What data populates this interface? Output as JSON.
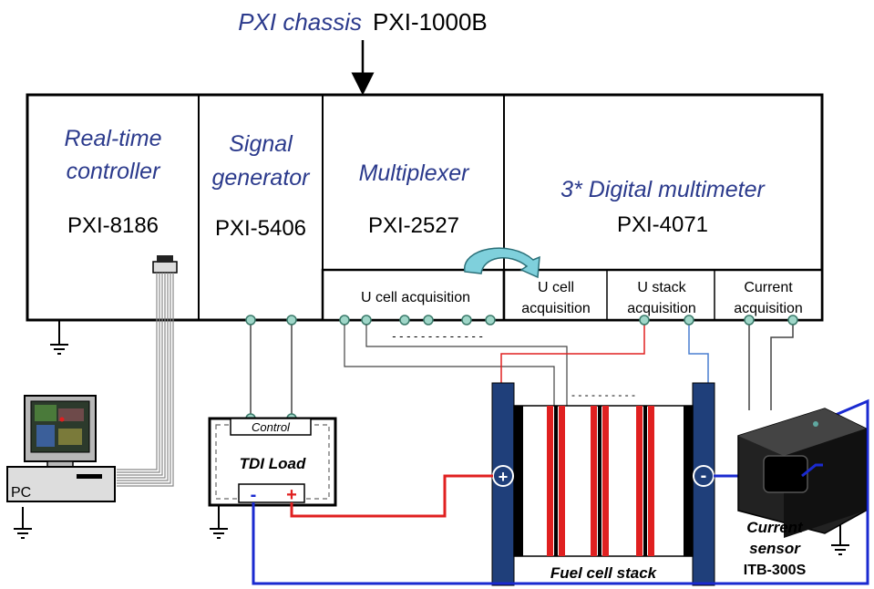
{
  "chassis": {
    "italic_label": "PXI chassis",
    "model": "PXI-1000B"
  },
  "modules": [
    {
      "name": "Real-time",
      "name2": "controller",
      "model": "PXI-8186"
    },
    {
      "name": "Signal",
      "name2": "generator",
      "model": "PXI-5406"
    },
    {
      "name": "Multiplexer",
      "model": "PXI-2527"
    },
    {
      "name": "3* Digital multimeter",
      "model": "PXI-4071"
    }
  ],
  "multiplexer_port_label": "U cell acquisition",
  "dmm_channels": [
    {
      "line1": "U cell",
      "line2": "acquisition"
    },
    {
      "line1": "U stack",
      "line2": "acquisition"
    },
    {
      "line1": "Current",
      "line2": "acquisition"
    }
  ],
  "pc_label": "PC",
  "load": {
    "control_label": "Control",
    "name": "TDI Load",
    "minus": "-",
    "plus": "+"
  },
  "stack": {
    "label": "Fuel cell stack",
    "plus": "+",
    "minus": "-",
    "dashes": "- - - - - - - - - -"
  },
  "mux_dashes": "- - - - - - - - - - - - -",
  "sensor": {
    "line1": "Current",
    "line2": "sensor",
    "model": "ITB-300S"
  },
  "colors": {
    "title_blue": "#2b3a8c",
    "positive_red": "#e02020",
    "negative_blue": "#1a2ad0",
    "plate_blue": "#1f3f7a",
    "signal_blue": "#4a7fd0",
    "connector_teal": "#5fa8a0",
    "arrow_teal": "#7fd0dc"
  }
}
